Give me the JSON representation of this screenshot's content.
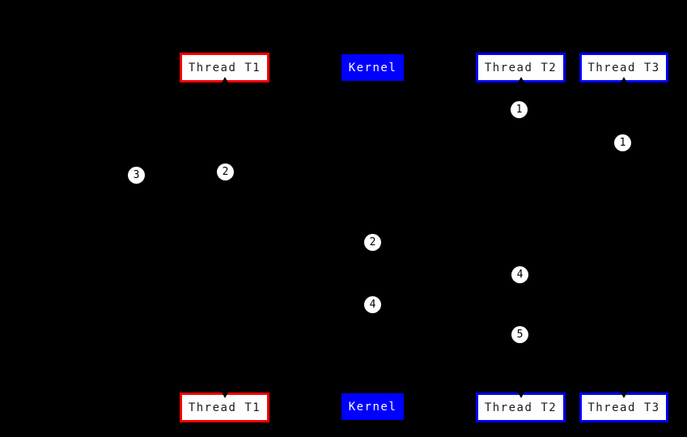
{
  "diagram": {
    "type": "sequence-diagram",
    "participants": [
      {
        "label": "Thread T1",
        "style": "red-outline",
        "accent_color": "#ff0000"
      },
      {
        "label": "Kernel",
        "style": "blue-filled",
        "accent_color": "#0000ff"
      },
      {
        "label": "Thread T2",
        "style": "blue-outline",
        "accent_color": "#0000ff"
      },
      {
        "label": "Thread T3",
        "style": "blue-outline",
        "accent_color": "#0000ff"
      }
    ],
    "sequence_markers": [
      {
        "value": "1"
      },
      {
        "value": "1"
      },
      {
        "value": "2"
      },
      {
        "value": "3"
      },
      {
        "value": "2"
      },
      {
        "value": "4"
      },
      {
        "value": "4"
      },
      {
        "value": "5"
      }
    ],
    "colors": {
      "background": "#000000",
      "red_accent": "#ff0000",
      "blue_accent": "#0000ff",
      "box_fill": "#ffffff",
      "box_text": "#1a1a1a",
      "kernel_text": "#ffffff",
      "marker_fill": "#ffffff",
      "marker_text": "#000000"
    }
  }
}
